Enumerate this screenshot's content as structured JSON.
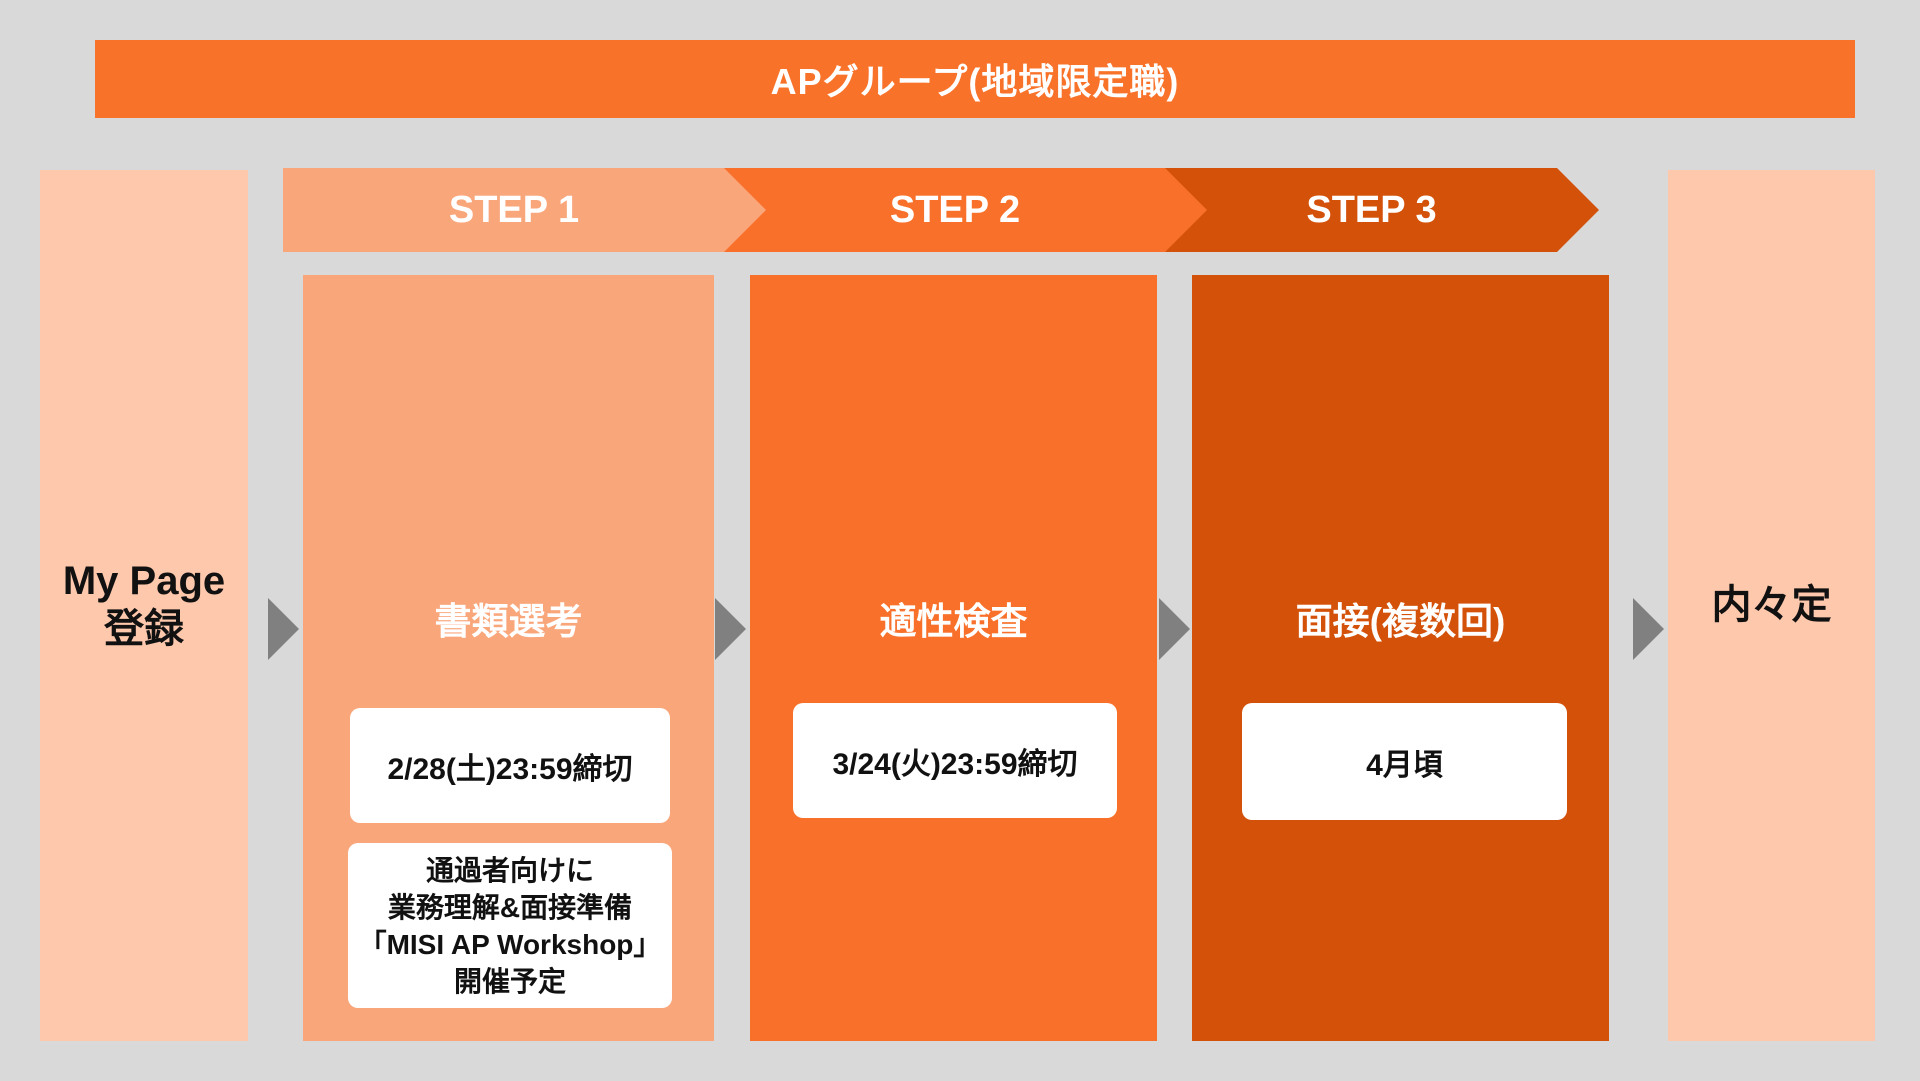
{
  "banner": {
    "title": "APグループ(地域限定職)"
  },
  "steps_header": [
    {
      "label": "STEP 1"
    },
    {
      "label": "STEP 2"
    },
    {
      "label": "STEP 3"
    }
  ],
  "columns": {
    "mypage": {
      "line1": "My Page",
      "line2": "登録"
    },
    "step1": {
      "title": "書類選考",
      "deadline": "2/28(土)23:59締切",
      "note_lines": [
        "通過者向けに",
        "業務理解&面接準備",
        "「MISI AP Workshop」",
        "開催予定"
      ]
    },
    "step2": {
      "title": "適性検査",
      "deadline": "3/24(火)23:59締切"
    },
    "step3": {
      "title": "面接(複数回)",
      "date": "4月頃"
    },
    "result": {
      "label": "内々定"
    }
  },
  "colors": {
    "background": "#D9D9D9",
    "banner_orange": "#F8722A",
    "step1_salmon": "#F9A67B",
    "step2_orange": "#F8702A",
    "step3_dark_orange": "#D4510A",
    "outer_peach": "#FEC8AC",
    "arrow_gray": "#808080",
    "text_dark": "#111111",
    "text_white": "#FFFFFF"
  }
}
